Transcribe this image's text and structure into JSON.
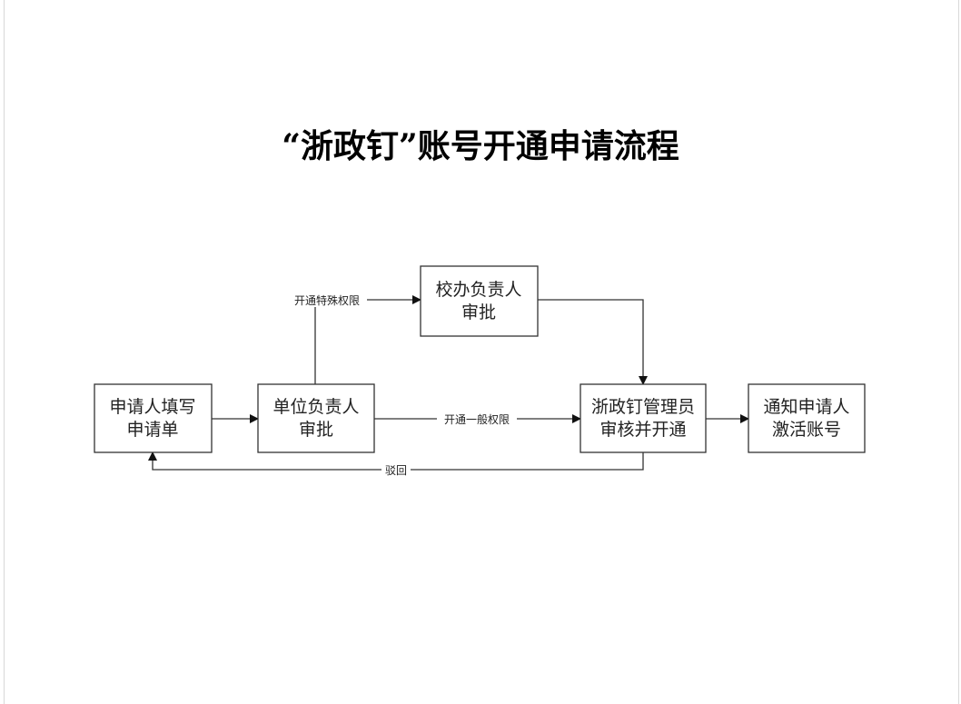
{
  "title": "“浙政钉”账号开通申请流程",
  "nodes": {
    "applicant": {
      "line1": "申请人填写",
      "line2": "申请单"
    },
    "unit_head": {
      "line1": "单位负责人",
      "line2": "审批"
    },
    "school_office": {
      "line1": "校办负责人",
      "line2": "审批"
    },
    "admin": {
      "line1": "浙政钉管理员",
      "line2": "审核并开通"
    },
    "notify": {
      "line1": "通知申请人",
      "line2": "激活账号"
    }
  },
  "edges": {
    "special": "开通特殊权限",
    "general": "开通一般权限",
    "reject": "驳回"
  }
}
